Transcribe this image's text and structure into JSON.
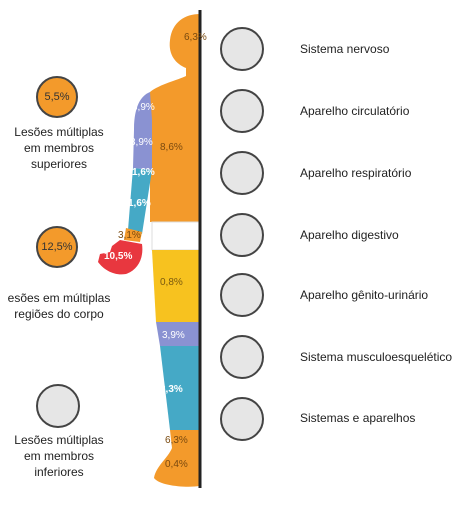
{
  "colors": {
    "orange": "#F39A2B",
    "purple": "#8A92D2",
    "teal": "#45A9C6",
    "red": "#E8373F",
    "yellow": "#F7C21F",
    "empty": "#E6E6E6",
    "skin": "#F39A2B"
  },
  "left_groups": [
    {
      "value": "5,5%",
      "label": "Lesões múltiplas\nem membros\nsuperiores",
      "fill": "#F39A2B"
    },
    {
      "value": "12,5%",
      "label": "esões em múltiplas\nregiões do corpo",
      "fill": "#F39A2B"
    },
    {
      "value": "",
      "label": "Lesões múltiplas\nem membros\ninferiores",
      "fill": "#E6E6E6"
    }
  ],
  "body_labels": {
    "head": "6,3%",
    "shoulder": "3,9%",
    "upper_arm": "3,9%",
    "trunk": "8,6%",
    "forearm_upper": "1,6%",
    "forearm_lower": "1,6%",
    "wrist": "3,1%",
    "hand": "10,5%",
    "hip": "0,8%",
    "thigh": "3,9%",
    "lower_leg": "2,3%",
    "ankle": "6,3%",
    "foot": "0,4%"
  },
  "systems": [
    "Sistema nervoso",
    "Aparelho circulatório",
    "Aparelho respiratório",
    "Aparelho digestivo",
    "Aparelho gênito-urinário",
    "Sistema musculoesquelético",
    "Sistemas e aparelhos"
  ]
}
